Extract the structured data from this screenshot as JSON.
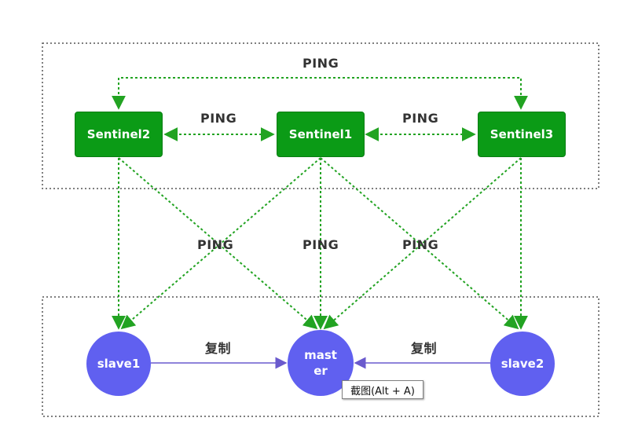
{
  "colors": {
    "sentinel_fill": "#0b9b16",
    "ping_line": "#22a322",
    "redis_fill": "#6060f0",
    "replication_line": "#6a5acd",
    "group_border": "#555555"
  },
  "sentinels": [
    {
      "id": "sentinel2",
      "label": "Sentinel2"
    },
    {
      "id": "sentinel1",
      "label": "Sentinel1"
    },
    {
      "id": "sentinel3",
      "label": "Sentinel3"
    }
  ],
  "redis_nodes": [
    {
      "id": "slave1",
      "label": "slave1"
    },
    {
      "id": "master",
      "label": "master"
    },
    {
      "id": "slave2",
      "label": "slave2"
    }
  ],
  "labels": {
    "ping_top": "PING",
    "ping_left": "PING",
    "ping_right": "PING",
    "ping_mid_left": "PING",
    "ping_mid_center": "PING",
    "ping_mid_right": "PING",
    "replicate_left": "复制",
    "replicate_right": "复制"
  },
  "tooltip": {
    "text": "截图(Alt + A)"
  }
}
